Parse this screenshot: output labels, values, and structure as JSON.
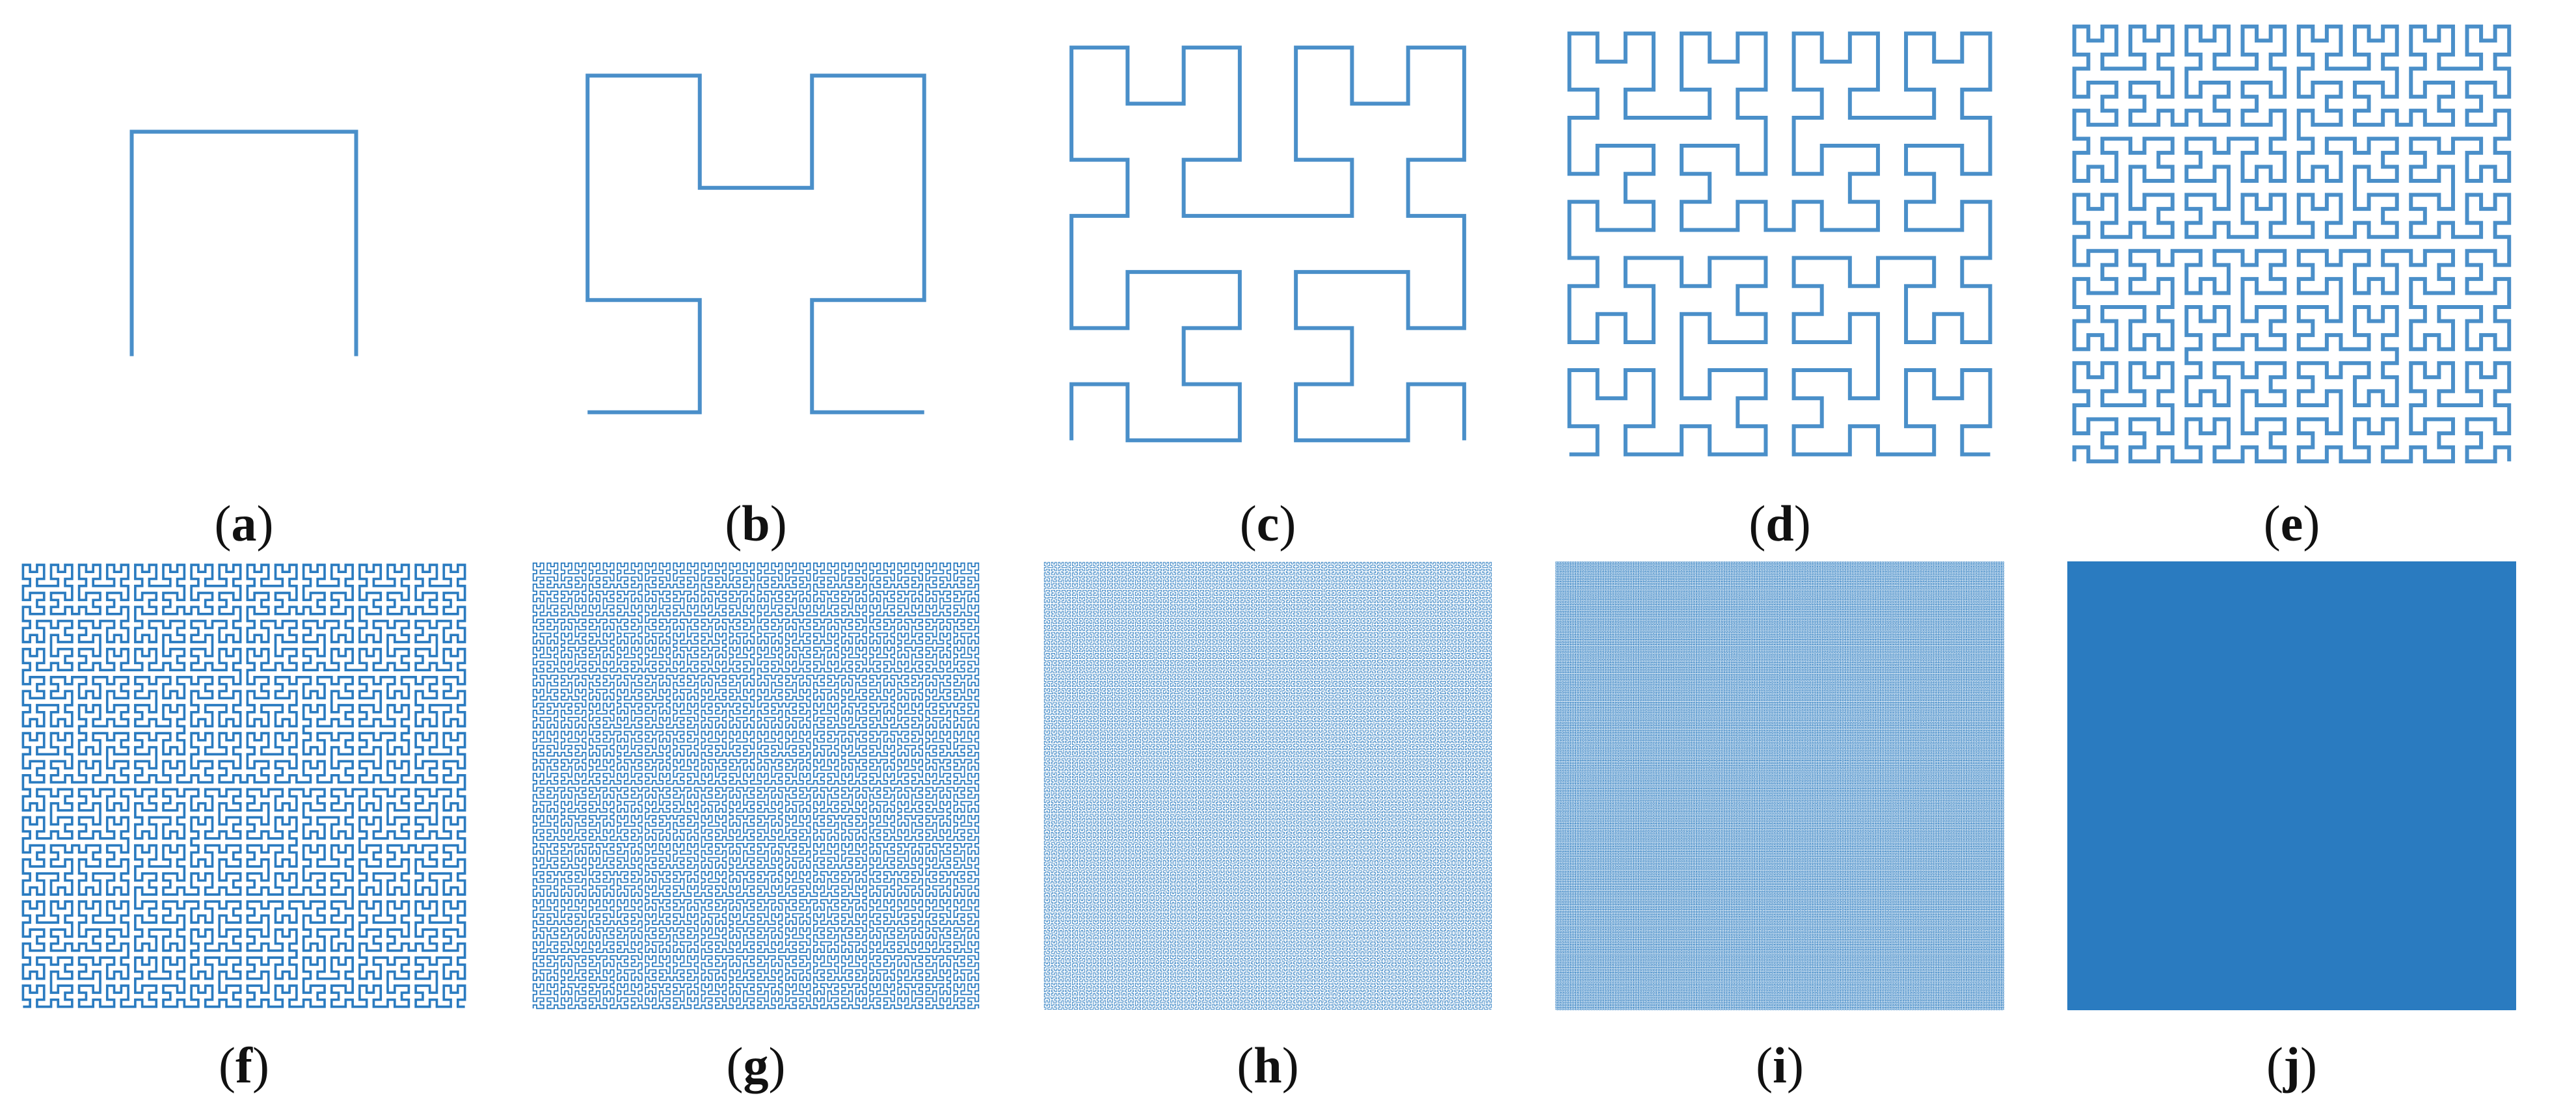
{
  "figure": {
    "curve_color": "#2a7bc0",
    "background": "#ffffff",
    "panels": [
      {
        "label": "a",
        "order": 1
      },
      {
        "label": "b",
        "order": 2
      },
      {
        "label": "c",
        "order": 3
      },
      {
        "label": "d",
        "order": 4
      },
      {
        "label": "e",
        "order": 5
      },
      {
        "label": "f",
        "order": 6
      },
      {
        "label": "g",
        "order": 7
      },
      {
        "label": "h",
        "order": 8
      },
      {
        "label": "i",
        "order": 9
      },
      {
        "label": "j",
        "order": 10
      }
    ]
  }
}
